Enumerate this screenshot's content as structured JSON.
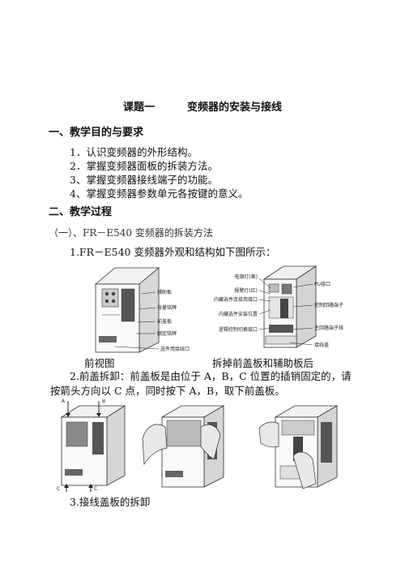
{
  "title": {
    "part1": "课题一",
    "part2": "变频器的安装与接线"
  },
  "section1": {
    "heading": "一、教学目的与要求",
    "items": [
      "1．认识变频器的外形结构。",
      "2．掌握变频器面板的拆装方法。",
      "3、掌握变频器接线端子的功能。",
      "4、掌握变频器参数单元各按键的意义。"
    ]
  },
  "section2": {
    "heading": "二、教学过程",
    "subheading": "（一）、FR－E540 变频器的拆装方法",
    "p1": "1.FR－E540 变频器外观和结构如下图所示：",
    "front_labels": [
      "辅助板",
      "容量铭牌",
      "前盖板",
      "额定铭牌",
      "选件用接线口"
    ],
    "back_labels_left": [
      "电源灯(黄)",
      "报警灯(红)",
      "内藏选件连接用接口",
      "内藏选件安装位置",
      "逻辑控制切换接口"
    ],
    "back_labels_right": [
      "PU接口",
      "控制回路端子",
      "主回路端子排",
      "接线盖"
    ],
    "caption_front": "前视图",
    "caption_back": "拆掉前盖板和辅助板后",
    "p2": "2.前盖拆卸：前盖板是由位于 A，B，C 位置的插销固定的，请按箭头方向以 C 点，同时按下 A，B，取下前盖板。",
    "letters": {
      "a": "A",
      "b": "B",
      "c1": "C",
      "c2": "C"
    },
    "p3": "3.接线盖板的拆卸"
  }
}
